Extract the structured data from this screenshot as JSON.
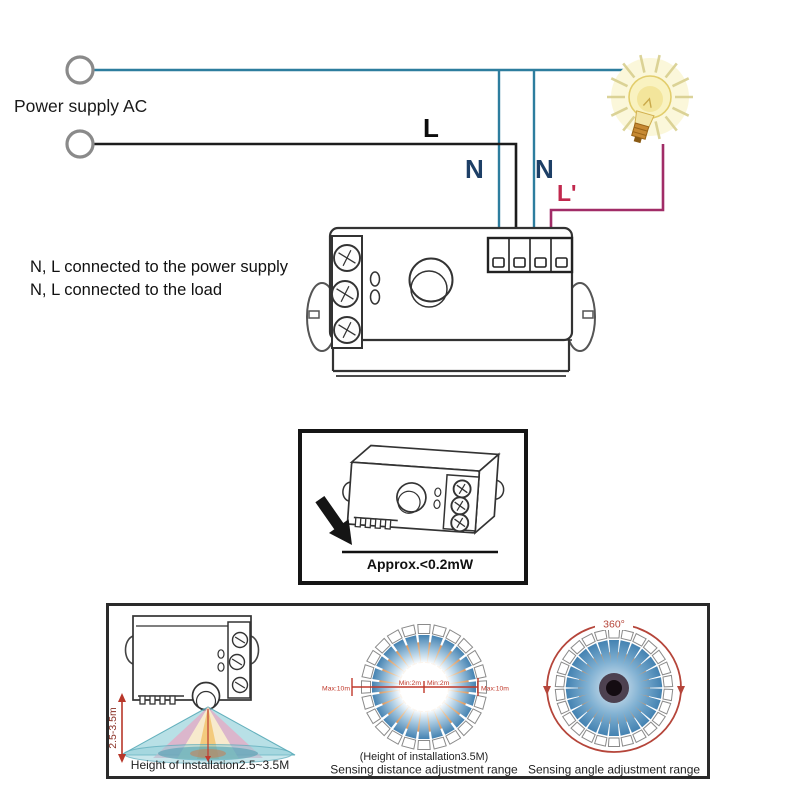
{
  "wiring_diagram": {
    "power_supply_label": "Power supply AC",
    "labels": {
      "live": "L",
      "neutral_left": "N",
      "neutral_right": "N",
      "switched_live": "L'"
    },
    "notes": {
      "line1": "N, L connected to the power supply",
      "line2": "N, L connected to the load"
    },
    "colors": {
      "live_wire": "#2d7d9e",
      "neutral_wire": "#1c1c1c",
      "switched_live_wire": "#a12c67",
      "neutral_label": "#1d3f66",
      "switched_live_label": "#c1284d",
      "measure_red": "#c0392b"
    }
  },
  "emission_box": {
    "caption": "Approx.<0.2mW"
  },
  "spec_panel": {
    "height": {
      "dimension": "2.5-3.5m",
      "caption": "Height of installation2.5~3.5M"
    },
    "distance": {
      "max_left": "Max:10m",
      "min_left": "Min:2m",
      "min_right": "Min:2m",
      "max_right": "Max:10m",
      "note": "(Height of installation3.5M)",
      "caption": "Sensing distance adjustment range"
    },
    "angle": {
      "degrees": "360°",
      "caption": "Sensing angle adjustment range"
    }
  }
}
